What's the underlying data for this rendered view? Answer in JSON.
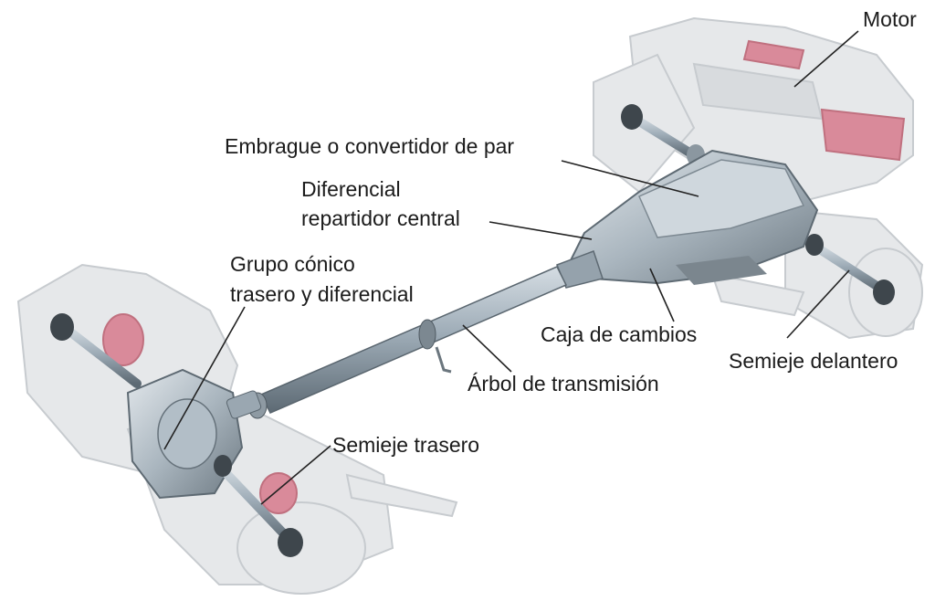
{
  "labels": {
    "motor": "Motor",
    "clutch": "Embrague o convertidor de par",
    "center_diff_line1": "Diferencial",
    "center_diff_line2": "repartidor central",
    "rear_group_line1": "Grupo cónico",
    "rear_group_line2": "trasero y diferencial",
    "gearbox": "Caja de cambios",
    "front_halfshaft": "Semieje delantero",
    "driveshaft": "Árbol de transmisión",
    "rear_halfshaft": "Semieje trasero"
  },
  "colors": {
    "text": "#1b1b1b",
    "leader": "#222222",
    "metal": "#a9b6c0",
    "metal_dark": "#6f7b84",
    "ghost": "#e4e6e8",
    "ghost_edge": "#c9cdd1",
    "accent": "#d98a9a"
  }
}
